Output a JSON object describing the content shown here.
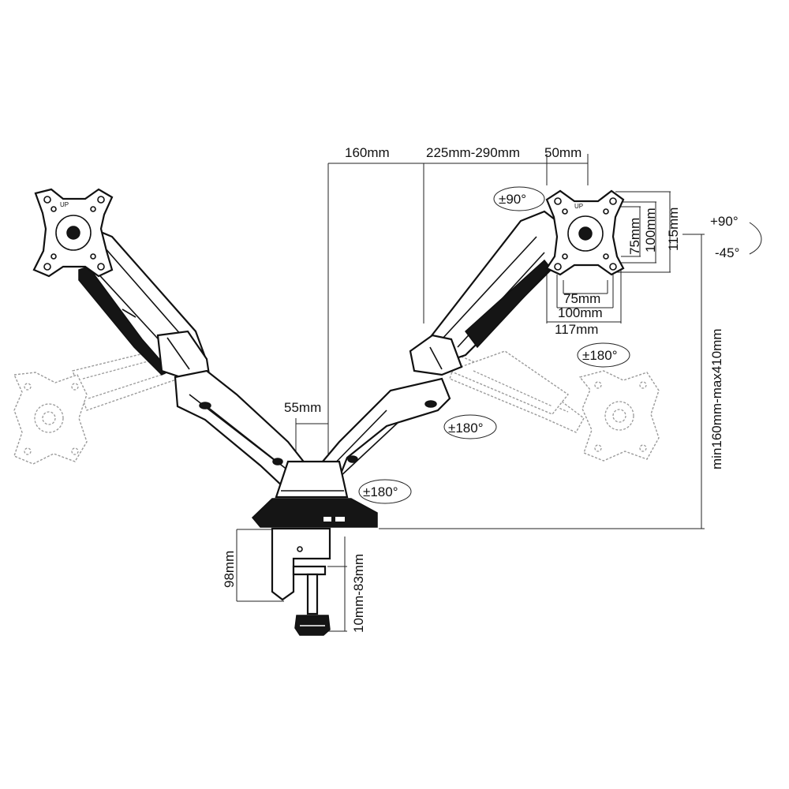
{
  "dimensions": {
    "arm_reach": "160mm",
    "arm_extension": "225mm-290mm",
    "offset": "50mm",
    "post_width": "55mm",
    "vesa_inner": "75mm",
    "vesa_outer": "100mm",
    "plate_width": "117mm",
    "vesa_inner_v": "75mm",
    "vesa_outer_v": "100mm",
    "plate_height": "115mm",
    "height_range": "min160mm-max410mm",
    "clamp_height": "98mm",
    "desk_thickness": "10mm-83mm"
  },
  "angles": {
    "rotate_plate": "±90°",
    "tilt_up": "+90°",
    "tilt_down": "-45°",
    "swivel_head": "±180°",
    "swivel_arm": "±180°",
    "swivel_base": "±180°"
  },
  "markings": {
    "up_label": "UP"
  }
}
